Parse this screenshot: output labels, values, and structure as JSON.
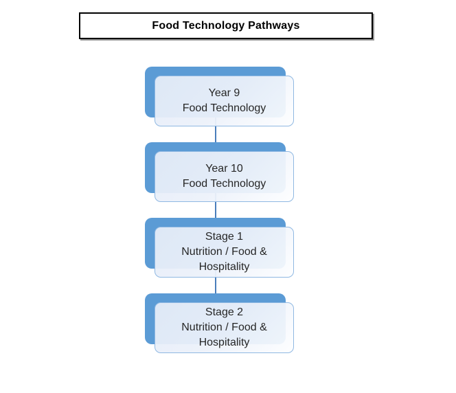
{
  "title": {
    "text": "Food Technology Pathways"
  },
  "diagram": {
    "type": "vertical-flow",
    "boxes": [
      {
        "id": "year-9",
        "lines": [
          "Year 9",
          "Food Technology"
        ]
      },
      {
        "id": "year-10",
        "lines": [
          "Year 10",
          "Food Technology"
        ]
      },
      {
        "id": "stage-1",
        "lines": [
          "Stage 1",
          "Nutrition / Food &",
          "Hospitality"
        ]
      },
      {
        "id": "stage-2",
        "lines": [
          "Stage 2",
          "Nutrition / Food &",
          "Hospitality"
        ]
      }
    ],
    "connector_count": 3,
    "colors": {
      "shadow_blue": "#5B9BD5",
      "box_border": "#8FB8E2",
      "connector": "#4A7EBB",
      "box_fill_top": "#E6EDF8",
      "box_fill_bottom": "#FDFEFF",
      "text": "#262626",
      "title_border": "#000000"
    }
  }
}
